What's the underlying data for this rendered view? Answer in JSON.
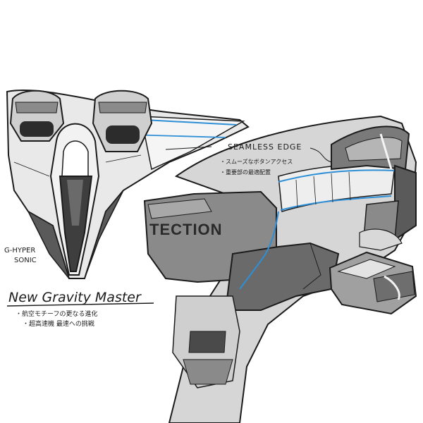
{
  "title": "New Gravity Master",
  "title_notes": [
    "・航空モチーフの更なる進化",
    "・超高速機 最速への挑戦"
  ],
  "label_left": [
    "G-HYPER",
    "SONIC"
  ],
  "label_edge": "SEAMLESS EDGE",
  "edge_notes": [
    "・スムーズなボタンアクセス",
    "・重要部の最適配置"
  ],
  "case_text": "TECTION",
  "colors": {
    "accent_blue": "#2e8fd6",
    "dark_gray": "#4a4a4a",
    "mid_gray": "#8a8a8a",
    "light_gray": "#cfcfcf",
    "ink": "#1b1b1b"
  }
}
